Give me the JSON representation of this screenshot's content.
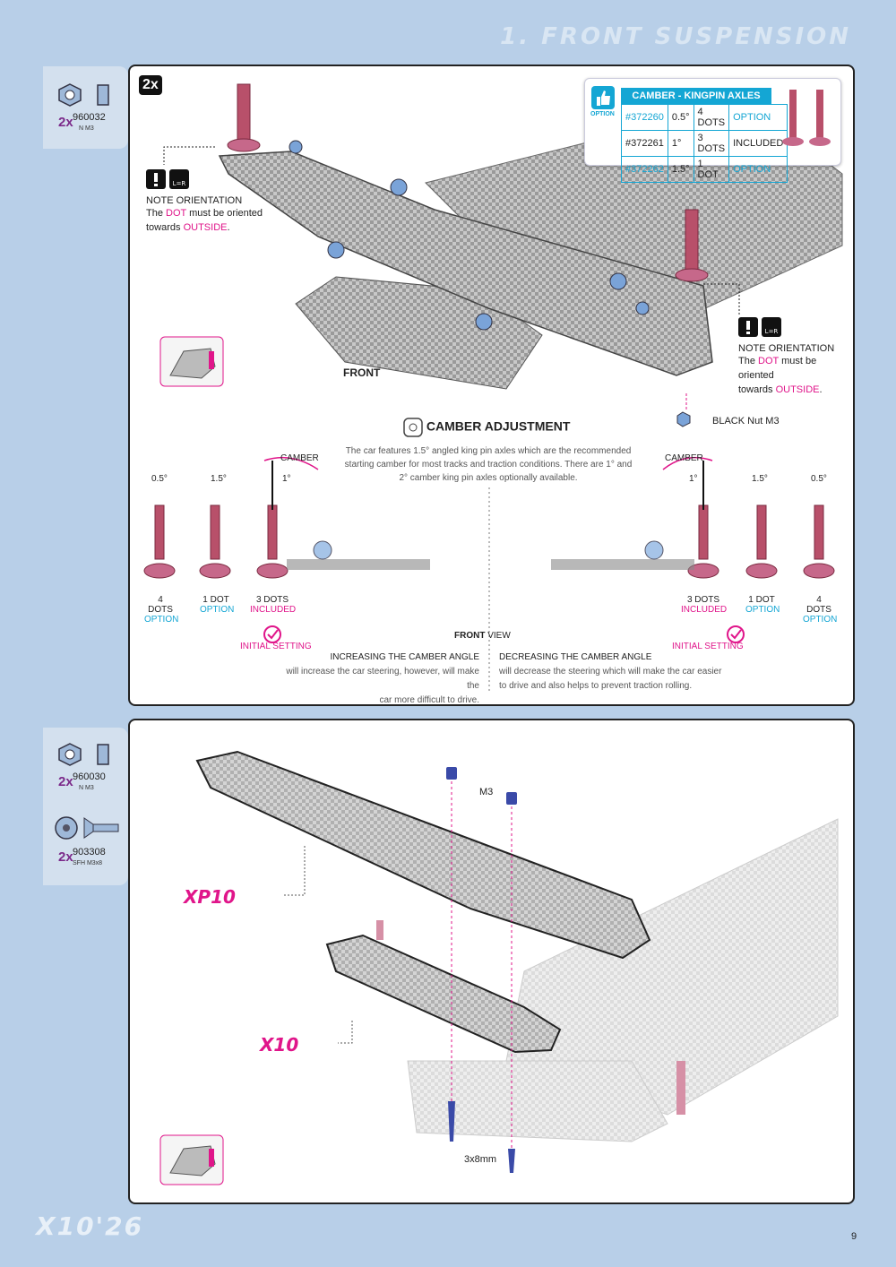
{
  "header": {
    "title": "1. FRONT SUSPENSION"
  },
  "parts1": [
    {
      "qty": "2x",
      "code": "960032",
      "desc": "N M3"
    }
  ],
  "parts2": [
    {
      "qty": "2x",
      "code": "960030",
      "desc": "N M3"
    },
    {
      "qty": "2x",
      "code": "903308",
      "desc": "SFH M3x8"
    }
  ],
  "step1": {
    "badge": "2x",
    "note_left": {
      "title": "NOTE ORIENTATION",
      "line1a": "The ",
      "dot": "DOT",
      "line1b": " must be oriented",
      "line2a": "towards ",
      "outside": "OUTSIDE",
      "line2b": "."
    },
    "note_right": {
      "title": "NOTE ORIENTATION",
      "line1a": "The ",
      "dot": "DOT",
      "line1b": " must be oriented",
      "line2a": "towards ",
      "outside": "OUTSIDE",
      "line2b": "."
    },
    "front": "FRONT",
    "black_nut": "BLACK Nut M3",
    "option_label": "OPTION",
    "table": {
      "title": "CAMBER - KINGPIN AXLES",
      "rows": [
        {
          "code": "#372260",
          "deg": "0.5°",
          "dots": "4 DOTS",
          "status": "OPTION"
        },
        {
          "code": "#372261",
          "deg": "1°",
          "dots": "3 DOTS",
          "status": "INCLUDED"
        },
        {
          "code": "#372262",
          "deg": "1.5°",
          "dots": "1 DOT",
          "status": "OPTION"
        }
      ]
    },
    "camber": {
      "title": "CAMBER ADJUSTMENT",
      "desc1": "The car features 1.5° angled king pin axles which are the recommended",
      "desc2": "starting camber for most tracks and traction conditions. There are 1° and",
      "desc3": "2° camber king pin axles optionally available.",
      "camber_word": "CAMBER",
      "left_angles": [
        "0.5°",
        "1.5°",
        "1°"
      ],
      "right_angles": [
        "1°",
        "1.5°",
        "0.5°"
      ],
      "left_dots": [
        {
          "dots": "4 DOTS",
          "status": "OPTION"
        },
        {
          "dots": "1 DOT",
          "status": "OPTION"
        },
        {
          "dots": "3 DOTS",
          "status": "INCLUDED"
        }
      ],
      "right_dots": [
        {
          "dots": "3 DOTS",
          "status": "INCLUDED"
        },
        {
          "dots": "1 DOT",
          "status": "OPTION"
        },
        {
          "dots": "4 DOTS",
          "status": "OPTION"
        }
      ],
      "initial": "INITIAL SETTING",
      "front_view_a": "FRONT",
      "front_view_b": "VIEW",
      "inc_title": "INCREASING THE CAMBER ANGLE",
      "inc_text1": "will increase the car steering, however, will make the",
      "inc_text2": "car more difficult to drive.",
      "dec_title": "DECREASING THE CAMBER ANGLE",
      "dec_text1": "will decrease the steering which will make the car easier",
      "dec_text2": "to drive and also helps to prevent traction rolling."
    }
  },
  "step2": {
    "m3": "M3",
    "screw": "3x8mm",
    "xp10": "XP10",
    "x10": "X10"
  },
  "footer": {
    "logo": "X10'26",
    "page": "9"
  },
  "colors": {
    "accent": "#e0158a",
    "cyan": "#14a6d4",
    "bg": "#b8cfe8"
  }
}
